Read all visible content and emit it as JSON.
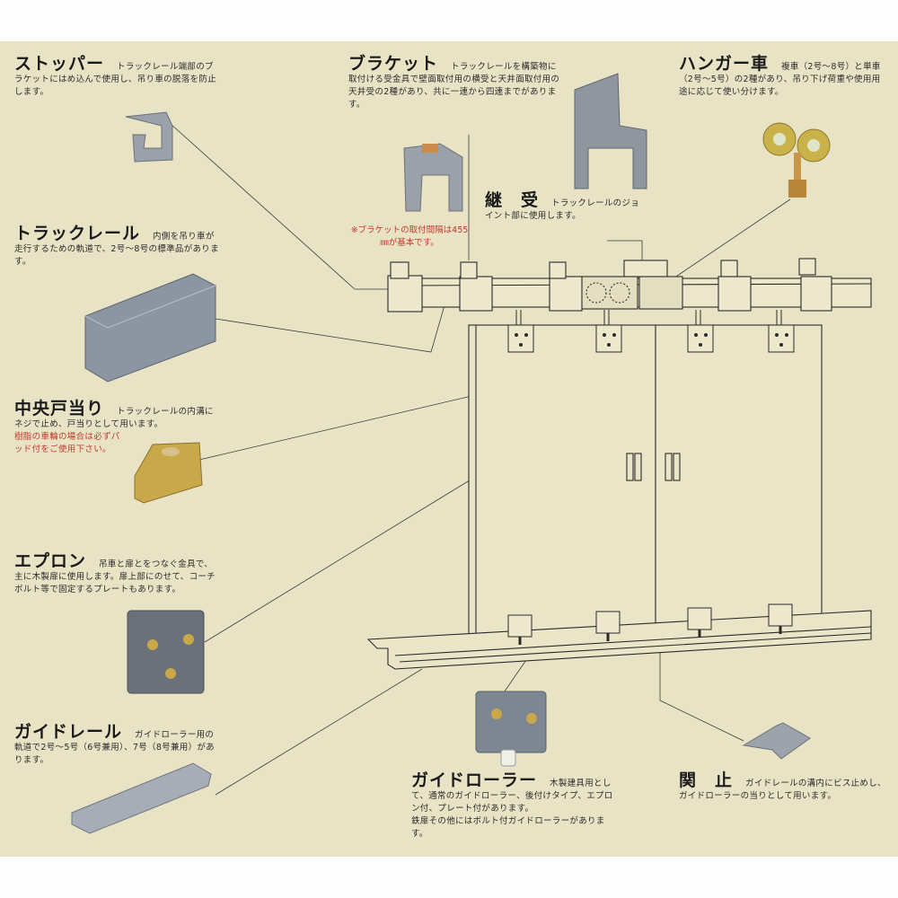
{
  "colors": {
    "panel_bg": "#e9e3c6",
    "page_bg": "#fefefe",
    "line": "#2b2b2b",
    "note_red": "#c0392b",
    "metal_gray": "#8d95a0",
    "brass": "#c9a84a"
  },
  "callouts": {
    "stopper": {
      "title": "ストッパー",
      "desc": "トラックレール端部のブラケットにはめ込んで使用し、吊り車の脱落を防止します。"
    },
    "bracket": {
      "title": "ブラケット",
      "desc": "トラックレールを構築物に取付ける受金具で壁面取付用の横受と天井面取付用の天井受の2種があり、共に一連から四連までがあります。",
      "note": "※ブラケットの取付間隔は455㎜が基本です。"
    },
    "hanger": {
      "title": "ハンガー車",
      "desc": "複車（2号〜8号）と単車（2号〜5号）の2種があり、吊り下げ荷重や使用用途に応じて使い分けます。"
    },
    "joint": {
      "title": "継　受",
      "desc": "トラックレールのジョイント部に使用します。"
    },
    "track_rail": {
      "title": "トラックレール",
      "desc": "内側を吊り車が走行するための軌道で、2号〜8号の標準品があります。"
    },
    "center_stop": {
      "title": "中央戸当り",
      "desc": "トラックレールの内溝にネジで止め、戸当りとして用います。",
      "note": "樹脂の車輪の場合は必ずパッド付をご使用下さい。"
    },
    "apron": {
      "title": "エプロン",
      "desc": "吊車と扉とをつなぐ金具で、主に木製扉に使用します。扉上部にのせて、コーチボルト等で固定するプレートもあります。"
    },
    "guide_rail": {
      "title": "ガイドレール",
      "desc": "ガイドローラー用の軌道で2号〜5号（6号兼用）、7号（8号兼用）があります。"
    },
    "guide_roller": {
      "title": "ガイドローラー",
      "desc": "木製建具用として、通常のガイドローラー、後付けタイプ、エプロン付、プレート付があります。",
      "desc2": "鉄扉その他にはボルト付ガイドローラーがあります。"
    },
    "seki": {
      "title": "関　止",
      "desc": "ガイドレールの溝内にビス止めし、ガイドローラーの当りとして用います。"
    }
  }
}
